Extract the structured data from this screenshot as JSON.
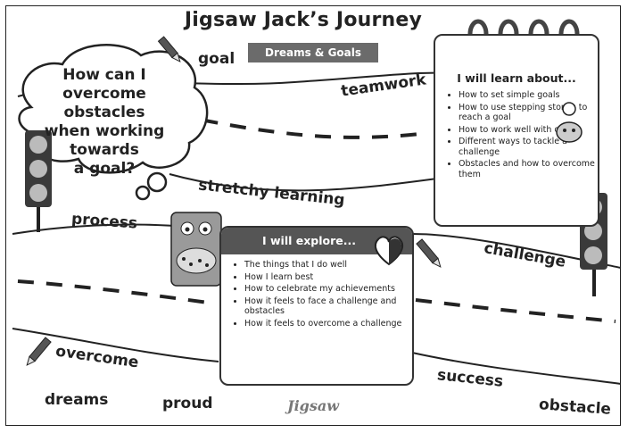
{
  "title": "Jigsaw Jack’s Journey",
  "subtitle": "Dreams & Goals",
  "thought_bubble": [
    "How can I",
    "overcome obstacles",
    "when working",
    "towards",
    "a goal?"
  ],
  "words": {
    "goal": "goal",
    "teamwork": "teamwork",
    "stretchy_learning": "stretchy learning",
    "process": "process",
    "challenge": "challenge",
    "overcome": "overcome",
    "dreams": "dreams",
    "proud": "proud",
    "success": "success",
    "obstacle": "obstacle"
  },
  "learn_card": {
    "heading": "I will learn about...",
    "items": [
      "How to set simple goals",
      "How to use stepping stones to reach a goal",
      "How to work well with others",
      "Different ways to tackle a challenge",
      "Obstacles and how to overcome them"
    ]
  },
  "explore_card": {
    "heading": "I will explore...",
    "items": [
      "The things that I do well",
      "How I learn best",
      "How to celebrate my achievements",
      "How it feels to face a challenge and obstacles",
      "How it feels to overcome a challenge"
    ]
  },
  "logo_text": "Jigsaw",
  "colors": {
    "ink": "#222222",
    "banner": "#6b6b6b",
    "card_head": "#555555",
    "light_off": "#bbbbbb"
  }
}
